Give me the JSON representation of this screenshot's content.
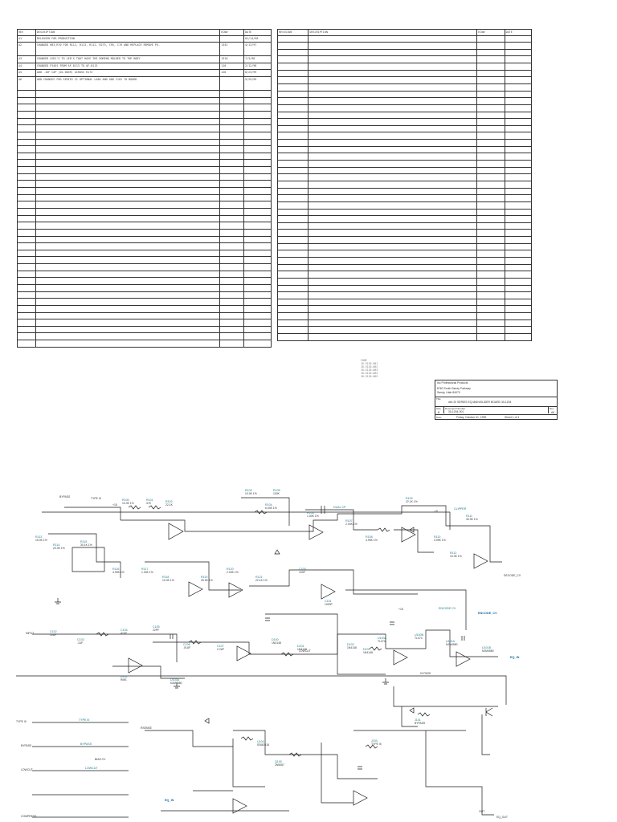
{
  "revision_table_left": {
    "headers": [
      "REV",
      "DESCRIPTION",
      "ECN#",
      "DATE"
    ],
    "rows": [
      {
        "rev": "A1",
        "description": "RELEASED FOR PRODUCTION",
        "ecn": "",
        "date": "01/14/98"
      },
      {
        "rev": "A2",
        "description": "CHANGED R83,R70 FOR R112, R113, R112, R275, C95, C19 AND REPLACE REMOVE P4.",
        "ecn": "1342",
        "date": "4/13/97"
      },
      {
        "rev": "A3",
        "description": "CHANGED LED1'S TO LED'S THAT HAVE THE DOMINO MOLDED TO THE BODY",
        "ecn": "1310",
        "date": "7/3/98"
      },
      {
        "rev": "A4",
        "description": "CHANGED P1401 FROM AF-8113 TO AF-8113",
        "ecn": "110",
        "date": "2/12/98"
      },
      {
        "rev": "A5",
        "description": "ADD .1UF CAP (02-0049) ACROSS R173",
        "ecn": "128",
        "date": "8/23/99"
      },
      {
        "rev": "A6",
        "description": "ADD CHANGES FOR SERIES II OPTIONAL LOAD AND ADD C101 TO BOARD",
        "ecn": "",
        "date": "9/29/99"
      }
    ],
    "empty_rows": 37
  },
  "revision_table_right": {
    "headers": [
      "REVISION",
      "DESCRIPTION",
      "ECN#",
      "DATE"
    ],
    "empty_rows": 44
  },
  "part_codes": [
    "CODE",
    "10-5120-001",
    "10-5120-002",
    "10-5120-003",
    "10-5120-004",
    "10-5120-005"
  ],
  "title_block": {
    "company": "Iso Professional Products",
    "address1": "8760 South Sandy Parkway",
    "address2": "Sandy, Utah 84070",
    "title_label": "Title",
    "title": "dbx 20 SERIES EQ MAIN/SLIDER BOARD 30-1204",
    "size_label": "Size",
    "size": "B",
    "docnum_label": "Document Number",
    "docnum": "30-1204-001",
    "rev_label": "Rev",
    "rev": "A6",
    "date_label": "Date:",
    "date": "Friday, October 01, 1999",
    "sheet": "Sheet 1 of 4"
  },
  "schematic": {
    "signals": {
      "input": "INPUT",
      "bypass_ctrl": "BYPASS",
      "dual_cp": "DUAL CP",
      "type_iii": "TYPE III",
      "low_cut": "LOWCUT",
      "bypass_net": "BYPASS",
      "hi_pass": "HI PASS",
      "lo_cut_net": "LOWCUT",
      "eq_in": "EQ_IN",
      "eq_out": "EQ_OUT",
      "decode_cv": "DECODE_CV",
      "encode_cv": "ENCODE_CV",
      "encode_cv_label": "ENCODE CV",
      "clipper": "CLIPPER",
      "eq_in2": "EQ_IN",
      "out": "OUT",
      "decode_cv_lbl": "DECODE_CV",
      "vplus": "+15",
      "vminus": "-15",
      "compress": "COMPRESS",
      "biascv": "BIAS CV",
      "rsense": "RSENSE",
      "bypass_mid": "BYPASS"
    },
    "components": [
      {
        "ref": "R100",
        "value": "10.0K 1%"
      },
      {
        "ref": "R101",
        "value": "47K"
      },
      {
        "ref": "R102",
        "value": "22.1K"
      },
      {
        "ref": "R103",
        "value": "10.0K 1%"
      },
      {
        "ref": "R104",
        "value": "6.04K 1%"
      },
      {
        "ref": "R105",
        "value": "100K"
      },
      {
        "ref": "R106",
        "value": "1.00K 1%"
      },
      {
        "ref": "R107",
        "value": "2.00K 1%"
      },
      {
        "ref": "R108",
        "value": "4.99K 1%"
      },
      {
        "ref": "R109",
        "value": "22.1K 1%"
      },
      {
        "ref": "R110",
        "value": "4.99K 1%"
      },
      {
        "ref": "R111",
        "value": "49.9K 1%"
      },
      {
        "ref": "R112",
        "value": "10.0K 1%"
      },
      {
        "ref": "R113",
        "value": "15.0K 1%"
      },
      {
        "ref": "R114",
        "value": "20.0K 1%"
      },
      {
        "ref": "R115",
        "value": "30.1K 1%"
      },
      {
        "ref": "R116",
        "value": "4.99K 1%"
      },
      {
        "ref": "R117",
        "value": "1.00K 1%"
      },
      {
        "ref": "R118",
        "value": "10.0K 1%"
      },
      {
        "ref": "R119",
        "value": "49.9K 1%"
      },
      {
        "ref": "R120",
        "value": "2.00K 1%"
      },
      {
        "ref": "R121",
        "value": "22.1K 1%"
      },
      {
        "ref": "C100",
        "value": "100P"
      },
      {
        "ref": "C101",
        "value": "1000P"
      },
      {
        "ref": "C102",
        "value": "10UF"
      },
      {
        "ref": "C103",
        "value": ".1UF"
      },
      {
        "ref": "C104",
        "value": "47UF"
      },
      {
        "ref": "C105",
        "value": "22PF"
      },
      {
        "ref": "C106",
        "value": ".01UF"
      },
      {
        "ref": "C107",
        "value": "2.2UF"
      },
      {
        "ref": "D100",
        "value": "1N4148"
      },
      {
        "ref": "D101",
        "value": "1N4148"
      },
      {
        "ref": "D102",
        "value": "1N4148"
      },
      {
        "ref": "D103",
        "value": "1N4148"
      },
      {
        "ref": "U100A",
        "value": "TL074"
      },
      {
        "ref": "U100B",
        "value": "TL074"
      },
      {
        "ref": "U101A",
        "value": "NJM4580"
      },
      {
        "ref": "U101B",
        "value": "NJM4580"
      },
      {
        "ref": "U102",
        "value": "RMS"
      },
      {
        "ref": "U103A",
        "value": "NJM4580"
      },
      {
        "ref": "U104",
        "value": "SSM2018"
      },
      {
        "ref": "Q100",
        "value": "2N5087"
      },
      {
        "ref": "J100",
        "value": "TYPE III"
      },
      {
        "ref": "J101",
        "value": "BYPASS"
      }
    ]
  }
}
